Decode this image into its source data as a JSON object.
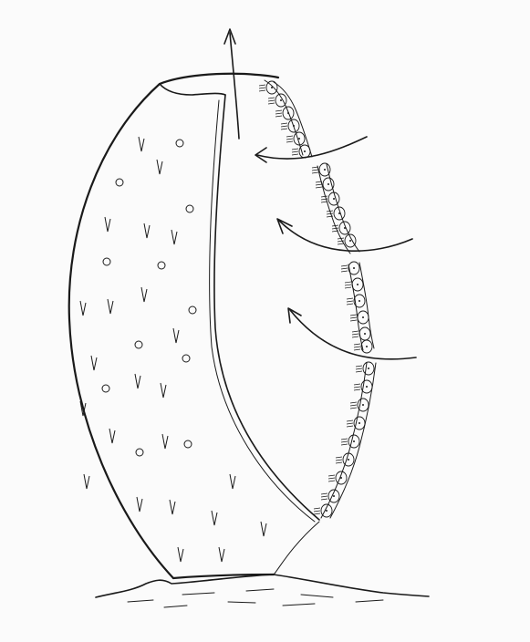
{
  "figure": {
    "kind": "line-drawing",
    "subject": "sponge-section",
    "ink_color": "#1a1a1a",
    "paper_color": "#fbfbfb",
    "arrow_count": 4
  }
}
